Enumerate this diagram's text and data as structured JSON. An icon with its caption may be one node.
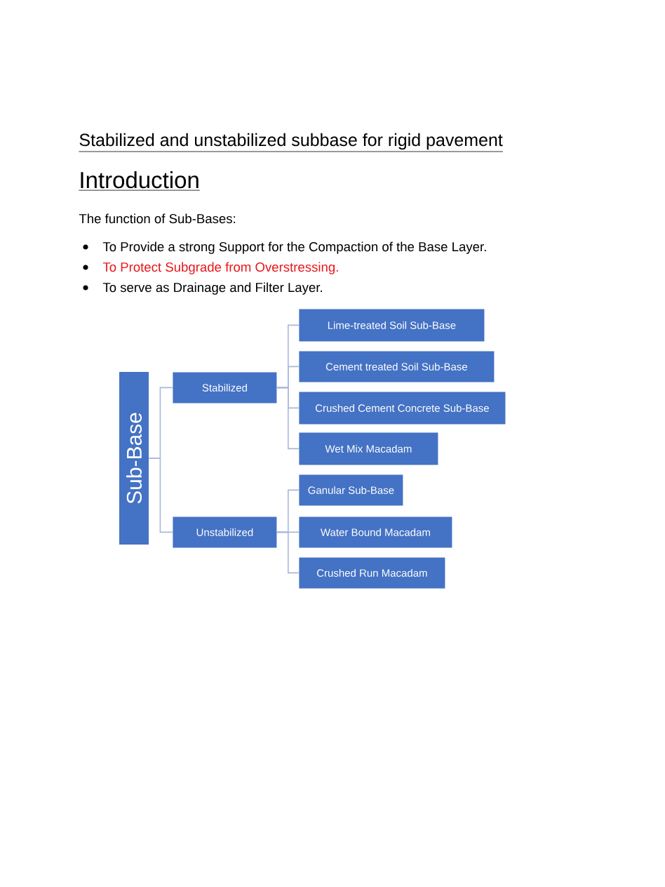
{
  "diagram": {
    "title": "Stabilized and unstabilized subbase for rigid pavement",
    "nodes": [
      {
        "text": [
          "Sub-Base"
        ]
      },
      {
        "text": [
          "Stabilized"
        ]
      },
      {
        "text": [
          "Unstabilized"
        ]
      },
      {
        "text": [
          "Lime-treated Soil Sub-Base"
        ]
      },
      {
        "text": [
          "Cement treated Soil Sub-Base"
        ]
      },
      {
        "text": [
          "Crushed Cement Concrete Sub-Base"
        ]
      },
      {
        "text": [
          "Wet Mix Macadam"
        ]
      },
      {
        "text": [
          "Ganular Sub-Base"
        ]
      },
      {
        "text": [
          "Water Bound Macadam"
        ]
      },
      {
        "text": [
          "Crushed Run Macadam"
        ]
      }
    ],
    "edges": [
      {
        "from": 0,
        "to": 1,
        "arrow": "none"
      },
      {
        "from": 0,
        "to": 2,
        "arrow": "none"
      },
      {
        "from": 1,
        "to": 3,
        "arrow": "none"
      },
      {
        "from": 1,
        "to": 4,
        "arrow": "none"
      },
      {
        "from": 1,
        "to": 5,
        "arrow": "none"
      },
      {
        "from": 1,
        "to": 6,
        "arrow": "none"
      },
      {
        "from": 2,
        "to": 7,
        "arrow": "none"
      },
      {
        "from": 2,
        "to": 8,
        "arrow": "none"
      },
      {
        "from": 2,
        "to": 9,
        "arrow": "none"
      }
    ],
    "labels": [
      "Introduction",
      "The function of Sub-Bases:",
      "To Provide a strong Support for the Compaction of the Base Layer.",
      "To Protect Subgrade from Overstressing.",
      "To serve as Drainage and Filter Layer."
    ]
  }
}
